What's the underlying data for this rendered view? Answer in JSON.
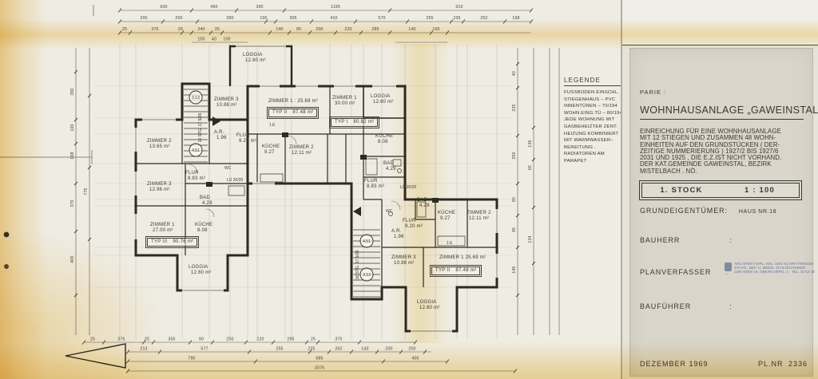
{
  "colors": {
    "paper": "#efece4",
    "stain_yellow": "#f0d489",
    "panel_card": "#d9d5ca",
    "ink": "#2b2a24",
    "stamp_blue": "#64739a"
  },
  "legend": {
    "heading": "LEGENDE",
    "colon": ":",
    "lines": [
      "FUSSBODEN EINSCHL.",
      "STIEGENHAUS – PVC",
      "INNENTÜREN – 70/194",
      "WOHN.EING.TÜ – 80/194",
      "JEDE WOHNUNG MIT",
      "GASBEHEIZTER ZENT.",
      "HEIZUNG KOMBINIERT",
      "MIT WARMWASSER–",
      "BEREITUNG .",
      "RADIATOREN AM",
      "PARAPET"
    ]
  },
  "title_block": {
    "partie": "PARIE :",
    "title": "WOHNHAUSANLAGE „GAWEINSTAL“",
    "desc": [
      "EINREICHUNG FÜR EINE WOHNHAUSANLAGE",
      "MIT 12 STIEGEN UND ZUSAMMEN  48 WOHN-",
      "EINHEITEN AUF DEN GRUNDSTÜCKEN ( DER-",
      "ZEITIGE NUMMERIERUNG )  1927/2 BIS 1927/6",
      "2031 UND 1925 , DIE E.Z.IST NICHT VORHAND.",
      "DER  KAT.GEMEINDE  GAWEINSTAL, BEZIRK",
      "MISTELBACH . NÖ."
    ],
    "floor": "1. STOCK",
    "scale": "1 : 100",
    "owner_label": "GRUNDEIGENTÜMER:",
    "owner_value": "HAUS NR.18",
    "bauherr_label": "BAUHERR",
    "planner_label": "PLANVERFASSER",
    "builder_label": "BAUFÜHRER",
    "colon": ":",
    "stamp": [
      "ARCHITEKT DIPL.-ING. UDO SCHRITTWIESER",
      "STAATL. BEF. U. BEEID. ZIVILTECHNIKER",
      "1190 WIEN 19, OBKIRCHERG. 4  ·  TEL. 32 52 48"
    ],
    "date": "DEZEMBER  1969",
    "plnr_label": "PL.NR",
    "plnr": "2336"
  },
  "plan": {
    "rooms": [
      {
        "n": "LOGGIA",
        "a": "12.60 m²"
      },
      {
        "n": "ZIMMER  3",
        "a": "10.88 m²"
      },
      {
        "n": "ZIMMER 1 :  25.69 m²",
        "a": ""
      },
      {
        "n": "ZIMMER  1",
        "a": "30.00 m²"
      },
      {
        "n": "LOGGIA",
        "a": "12.60 m²"
      },
      {
        "n": "ZIMMER  2",
        "a": "13.65 m²"
      },
      {
        "n": "FLUR",
        "a": "9.20 m²"
      },
      {
        "n": "KÜCHE",
        "a": "9.27"
      },
      {
        "n": "ZIMMER  2",
        "a": "12.11 m²"
      },
      {
        "n": "A.R.",
        "a": "1.96"
      },
      {
        "n": "KÜCHE",
        "a": "8.08"
      },
      {
        "n": "BAD",
        "a": "4.29"
      },
      {
        "n": "FLUR",
        "a": "8.83 m²"
      },
      {
        "n": "ZIMMER  3",
        "a": "12.96 m²"
      },
      {
        "n": "FLUR",
        "a": "8.83 m²"
      },
      {
        "n": "BAD",
        "a": "4.29"
      },
      {
        "n": "ZIMMER 1",
        "a": "27.00 m²"
      },
      {
        "n": "KÜCHE",
        "a": "8.08"
      },
      {
        "n": "LOGGIA",
        "a": "12.60 m²"
      },
      {
        "n": "FLUR",
        "a": "9.20 m²"
      },
      {
        "n": "A.R.",
        "a": "1.96"
      },
      {
        "n": "KÜCHE",
        "a": "9.27"
      },
      {
        "n": "ZIMMER  2",
        "a": "12.11 m²"
      },
      {
        "n": "BAD",
        "a": "4.29"
      },
      {
        "n": "ZIMMER  3",
        "a": "10.88 m²"
      },
      {
        "n": "ZIMMER  1    25.69 m²",
        "a": ""
      },
      {
        "n": "LOGGIA",
        "a": "12.60 m²"
      }
    ],
    "typ_boxes": [
      {
        "t": "TYP  II",
        "a": "87.48 m²"
      },
      {
        "t": "TYP  I",
        "a": "80.82 m²"
      },
      {
        "t": "TYP  III",
        "a": "90.76 m²"
      },
      {
        "t": "TYP  II",
        "a": "87.48 m²"
      }
    ],
    "stairs": {
      "c1": "3.13",
      "c2": "4.51",
      "c3": "4.51",
      "c4": "3.13",
      "run": "16 STG. 17.5/29"
    },
    "markers": {
      "lu1": "LÜ 20/20",
      "lu2": "LÜ 20/20",
      "wc1": "WC",
      "wc2": "WC",
      "e1": "1 E",
      "e2": "1 E"
    }
  },
  "dims": {
    "t1": [
      "600",
      "450",
      "390",
      "1195",
      "910"
    ],
    "t2": [
      "200",
      "200",
      "390",
      "100",
      "305",
      "410",
      "570",
      "255",
      "235",
      "262",
      "168"
    ],
    "t3": [
      "25",
      "375",
      "25",
      "240",
      "25",
      "140",
      "90",
      "200",
      "220",
      "285",
      "145",
      "165"
    ],
    "t4": [
      "100",
      "40",
      "100"
    ],
    "b1": [
      "25",
      "375",
      "25",
      "355",
      "90",
      "250",
      "220",
      "285",
      "25",
      "375"
    ],
    "b2": [
      "213",
      "577",
      "255",
      "225",
      "262",
      "143",
      "200",
      "200"
    ],
    "b3": [
      "790",
      "685",
      "400"
    ],
    "b4": [
      "3375"
    ],
    "lv": [
      "390",
      "100",
      "108",
      "370",
      "400",
      "775"
    ],
    "rv": [
      "40",
      "225",
      "250",
      "90",
      "45",
      "140",
      "136",
      "65",
      "134"
    ]
  }
}
